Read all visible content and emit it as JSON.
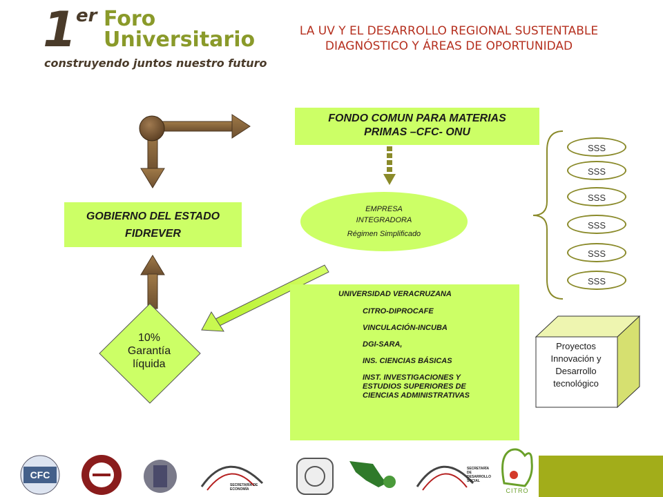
{
  "header": {
    "logo_one": "1",
    "logo_er": "er",
    "logo_foro": "Foro",
    "logo_universitario": "Universitario",
    "logo_tagline": "construyendo juntos nuestro futuro",
    "title_line1": "LA UV Y EL DESARROLLO REGIONAL SUSTENTABLE",
    "title_line2": "DIAGNÓSTICO Y ÁREAS DE OPORTUNIDAD"
  },
  "diagram": {
    "fondo_line1": "FONDO COMUN PARA MATERIAS",
    "fondo_line2": "PRIMAS –CFC- ONU",
    "gobierno_line1": "GOBIERNO DEL ESTADO",
    "gobierno_line2": "FIDREVER",
    "empresa_line1": "EMPRESA",
    "empresa_line2": "INTEGRADORA",
    "empresa_line3": "Régimen Simplificado",
    "universidad_title": "UNIVERSIDAD VERACRUZANA",
    "universidad_items": [
      "CITRO-DIPROCAFE",
      "VINCULACIÓN-INCUBA",
      "DGI-SARA,",
      "INS. CIENCIAS BÁSICAS",
      "INST. INVESTIGACIONES Y ESTUDIOS SUPERIORES DE CIENCIAS ADMINISTRATIVAS"
    ],
    "sss_labels": [
      "SSS",
      "SSS",
      "SSS",
      "SSS",
      "SSS",
      "SSS"
    ],
    "garantia_line1": "10%",
    "garantia_line2": "Garantía",
    "garantia_line3": "líquida",
    "proyectos_line1": "Proyectos",
    "proyectos_line2": "Innovación y",
    "proyectos_line3": "Desarrollo",
    "proyectos_line4": "tecnológico"
  },
  "footer": {
    "logos": [
      "cfc-logo",
      "uv-logo",
      "state-seal-logo",
      "secretaria-economia-logo",
      "university-seal-logo",
      "mexico-map-logo",
      "sedesol-logo",
      "citro-logo"
    ],
    "secretaria_economia_text": "SECRETARÍA DE ECONOMÍA",
    "sedesol_text": "SECRETARÍA DE DESARROLLO SOCIAL",
    "citro_text": "CITRO",
    "cfc_text": "CFC"
  },
  "colors": {
    "title": "#b5301f",
    "green_box": "#ccff66",
    "olive": "#8a9a2a",
    "arrow_brown": "#8a6a40",
    "footer_olive": "#a2ad1a"
  }
}
